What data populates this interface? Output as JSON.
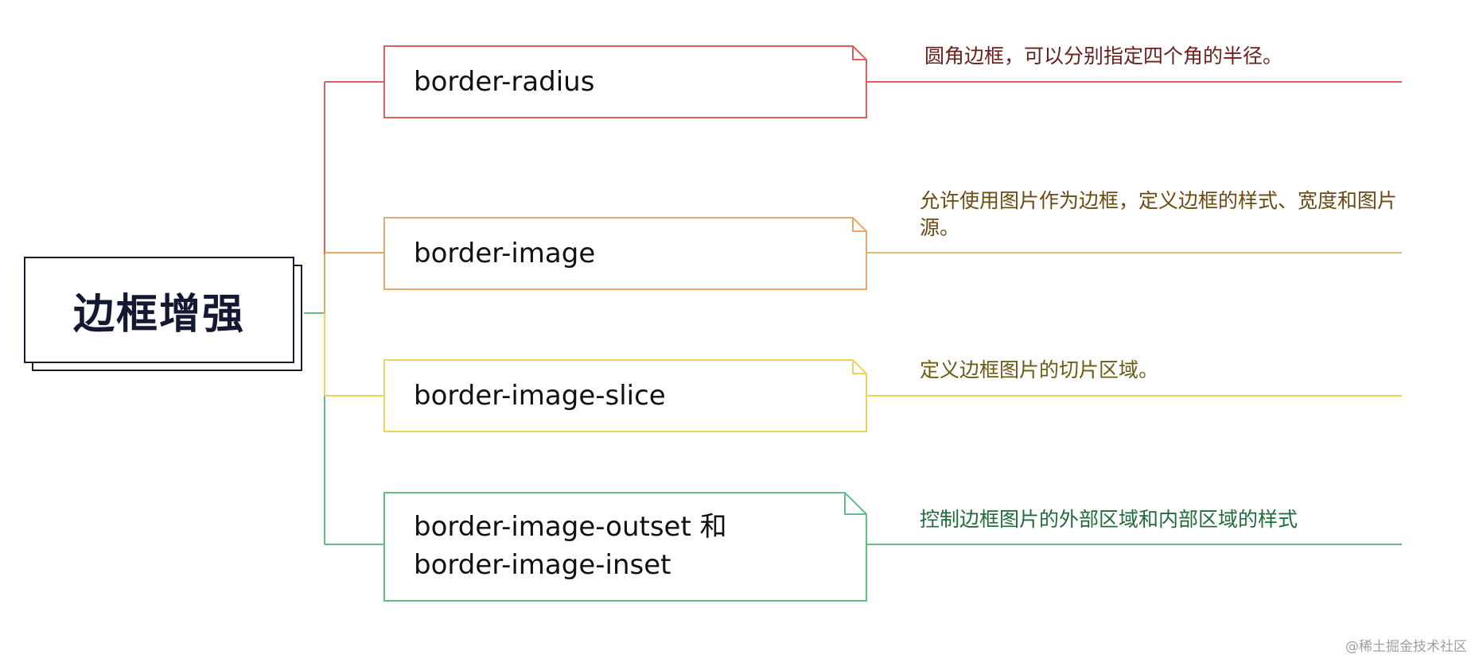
{
  "root": {
    "title": "边框增强"
  },
  "branches": [
    {
      "label": "border-radius",
      "description": "圆角边框，可以分别指定四个角的半径。",
      "color": "#d9625a",
      "text_color": "#6b1f1b"
    },
    {
      "label": "border-image",
      "description": "允许使用图片作为边框，定义边框的样式、宽度和图片源。",
      "color": "#e9a76a",
      "text_color": "#6b4a12"
    },
    {
      "label": "border-image-slice",
      "description": "定义边框图片的切片区域。",
      "color": "#ecd25f",
      "text_color": "#6b5a12"
    },
    {
      "label": "border-image-outset 和 border-image-inset",
      "description": "控制边框图片的外部区域和内部区域的样式",
      "color": "#5fbd86",
      "text_color": "#1f6b3a"
    }
  ],
  "watermark": "@稀土掘金技术社区"
}
